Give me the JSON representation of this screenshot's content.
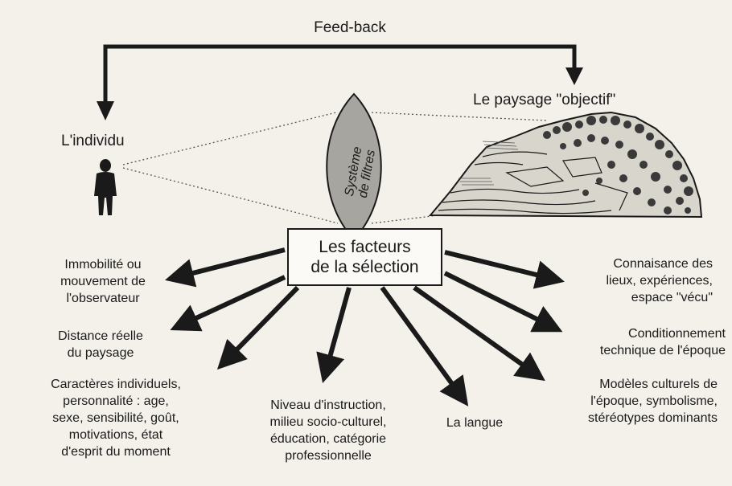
{
  "feedback_label": "Feed-back",
  "individual_label": "L'individu",
  "landscape_label": "Le paysage \"objectif\"",
  "filter_label": "Système\nde filtres",
  "selection_box": "Les facteurs\nde la sélection",
  "factors": {
    "immobility": "Immobilité ou\nmouvement de\nl'observateur",
    "distance": "Distance réelle\ndu paysage",
    "individual_traits": "Caractères individuels,\npersonnalité : age,\nsexe, sensibilité, goût,\nmotivations, état\nd'esprit du moment",
    "education": "Niveau d'instruction,\nmilieu socio-culturel,\néducation, catégorie\nprofessionnelle",
    "language": "La langue",
    "knowledge": "Connaisance des\nlieux, expériences,\nespace \"vécu\"",
    "technical": "Conditionnement\ntechnique de l'époque",
    "cultural_models": "Modèles culturels de\nl'époque, symbolisme,\nstéréotypes dominants"
  },
  "icons": {
    "person": "person-icon",
    "landscape": "landscape-illustration"
  }
}
